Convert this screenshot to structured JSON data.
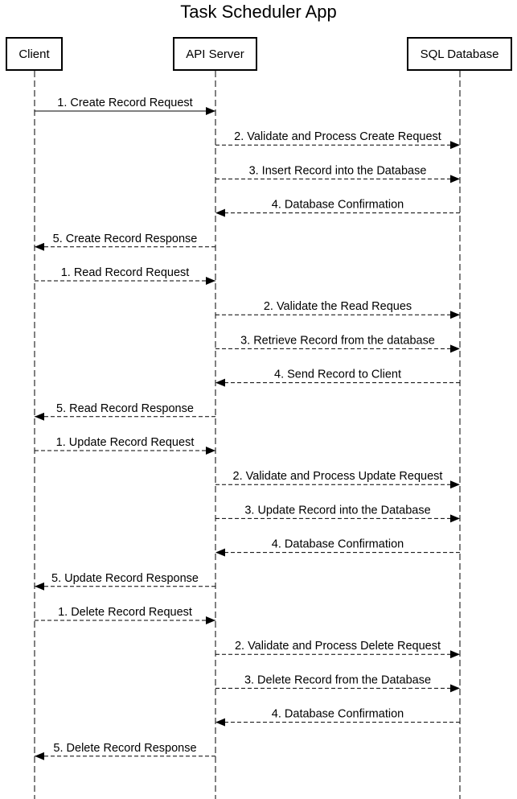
{
  "title": "Task Scheduler App",
  "participants": [
    {
      "id": "client",
      "label": "Client"
    },
    {
      "id": "api",
      "label": "API Server"
    },
    {
      "id": "db",
      "label": "SQL Database"
    }
  ],
  "messages": [
    {
      "label": "1. Create Record Request",
      "from": "client",
      "to": "api",
      "style": "solid"
    },
    {
      "label": "2. Validate and Process Create Request",
      "from": "api",
      "to": "db",
      "style": "dashed"
    },
    {
      "label": "3. Insert Record into the Database",
      "from": "api",
      "to": "db",
      "style": "dashed"
    },
    {
      "label": "4. Database Confirmation",
      "from": "db",
      "to": "api",
      "style": "dashed"
    },
    {
      "label": "5. Create Record Response",
      "from": "api",
      "to": "client",
      "style": "dashed"
    },
    {
      "label": "1. Read Record Request",
      "from": "client",
      "to": "api",
      "style": "dashed"
    },
    {
      "label": "2. Validate the Read Reques",
      "from": "api",
      "to": "db",
      "style": "dashed"
    },
    {
      "label": "3. Retrieve Record from the database",
      "from": "api",
      "to": "db",
      "style": "dashed"
    },
    {
      "label": "4. Send Record to Client",
      "from": "db",
      "to": "api",
      "style": "dashed"
    },
    {
      "label": "5. Read Record Response",
      "from": "api",
      "to": "client",
      "style": "dashed"
    },
    {
      "label": "1. Update Record Request",
      "from": "client",
      "to": "api",
      "style": "dashed"
    },
    {
      "label": "2. Validate and Process Update Request",
      "from": "api",
      "to": "db",
      "style": "dashed"
    },
    {
      "label": "3. Update Record into the Database",
      "from": "api",
      "to": "db",
      "style": "dashed"
    },
    {
      "label": "4. Database Confirmation",
      "from": "db",
      "to": "api",
      "style": "dashed"
    },
    {
      "label": "5. Update Record Response",
      "from": "api",
      "to": "client",
      "style": "dashed"
    },
    {
      "label": "1. Delete Record Request",
      "from": "client",
      "to": "api",
      "style": "dashed"
    },
    {
      "label": "2. Validate and Process Delete Request",
      "from": "api",
      "to": "db",
      "style": "dashed"
    },
    {
      "label": "3. Delete Record from the Database",
      "from": "api",
      "to": "db",
      "style": "dashed"
    },
    {
      "label": "4. Database Confirmation",
      "from": "db",
      "to": "api",
      "style": "dashed"
    },
    {
      "label": "5. Delete Record Response",
      "from": "api",
      "to": "client",
      "style": "dashed"
    }
  ]
}
